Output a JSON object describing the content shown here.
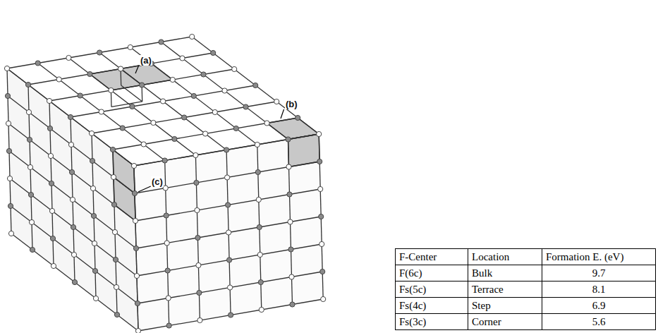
{
  "diagram": {
    "labels": [
      "(a)",
      "(b)",
      "(c)",
      "F-Center",
      "Location",
      "Formation E. (eV)",
      "F(6c)",
      "Bulk",
      "9.7",
      "Fs(5c)",
      "Terrace",
      "8.1",
      "Fs(4c)",
      "Step",
      "6.9",
      "Fs(3c)",
      "Corner",
      "5.6"
    ]
  }
}
